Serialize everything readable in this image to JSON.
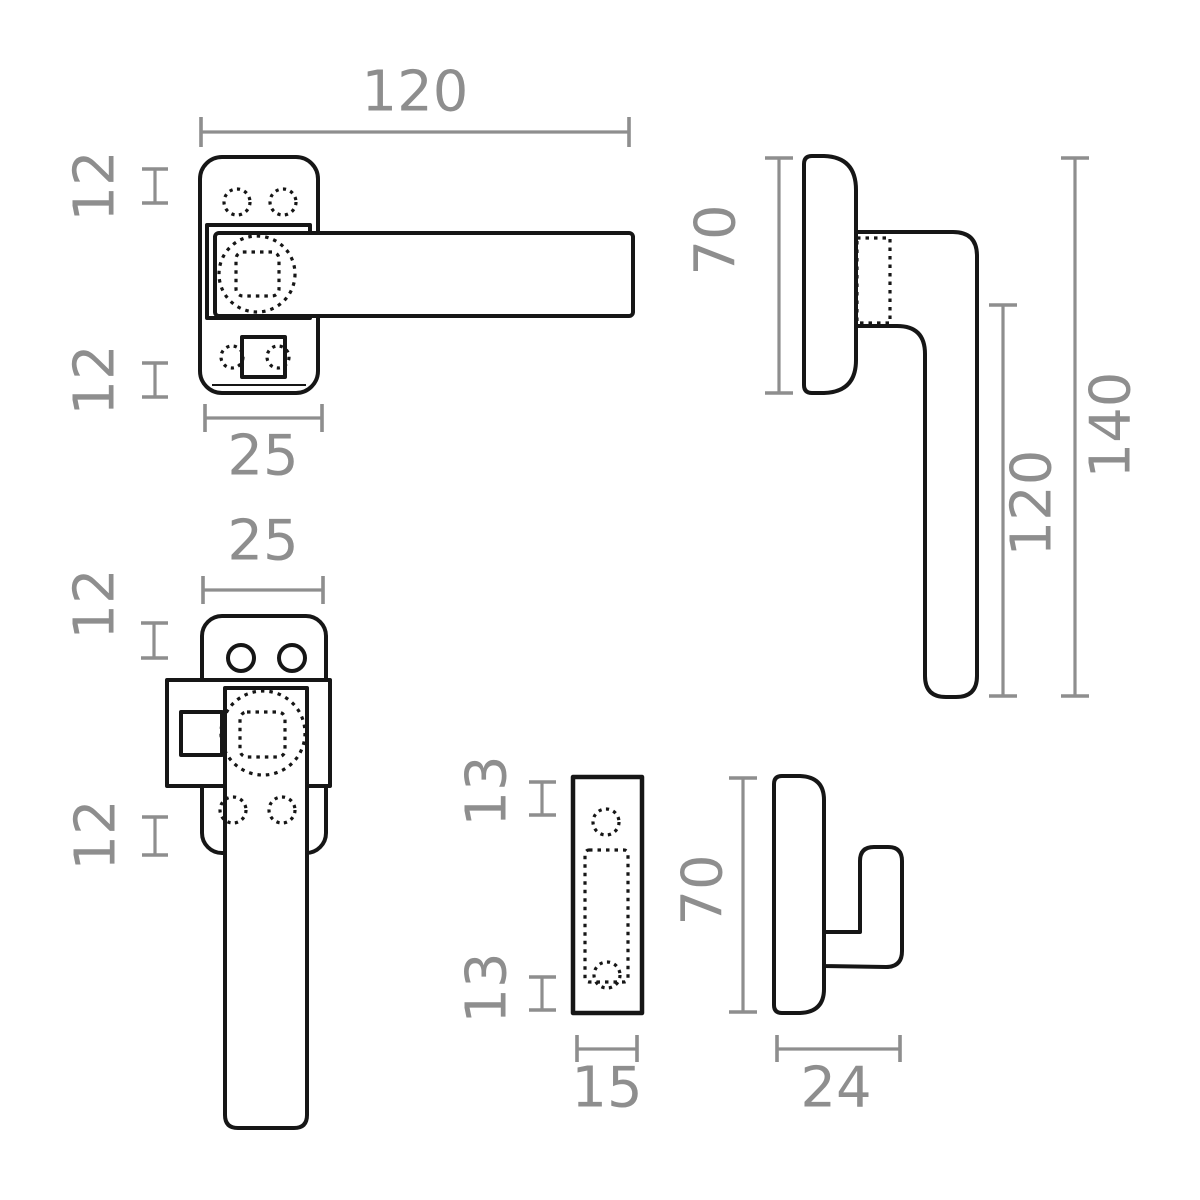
{
  "palette": {
    "line_color": "#161616",
    "dim_color": "#8e8e8e",
    "background": "#ffffff"
  },
  "views": {
    "handle_top": {
      "dim_length": "120",
      "dim_top_offset": "12",
      "dim_bottom_offset": "12",
      "dim_plate_width": "25"
    },
    "handle_front": {
      "dim_plate_width": "25",
      "dim_top_offset": "12",
      "dim_bottom_offset": "12"
    },
    "handle_side": {
      "dim_plate_height": "70",
      "dim_lever_length": "120",
      "dim_total_height": "140"
    },
    "keeper_front": {
      "dim_top_offset": "13",
      "dim_bottom_offset": "13",
      "dim_width": "15"
    },
    "keeper_side": {
      "dim_height": "70",
      "dim_depth": "24"
    }
  }
}
